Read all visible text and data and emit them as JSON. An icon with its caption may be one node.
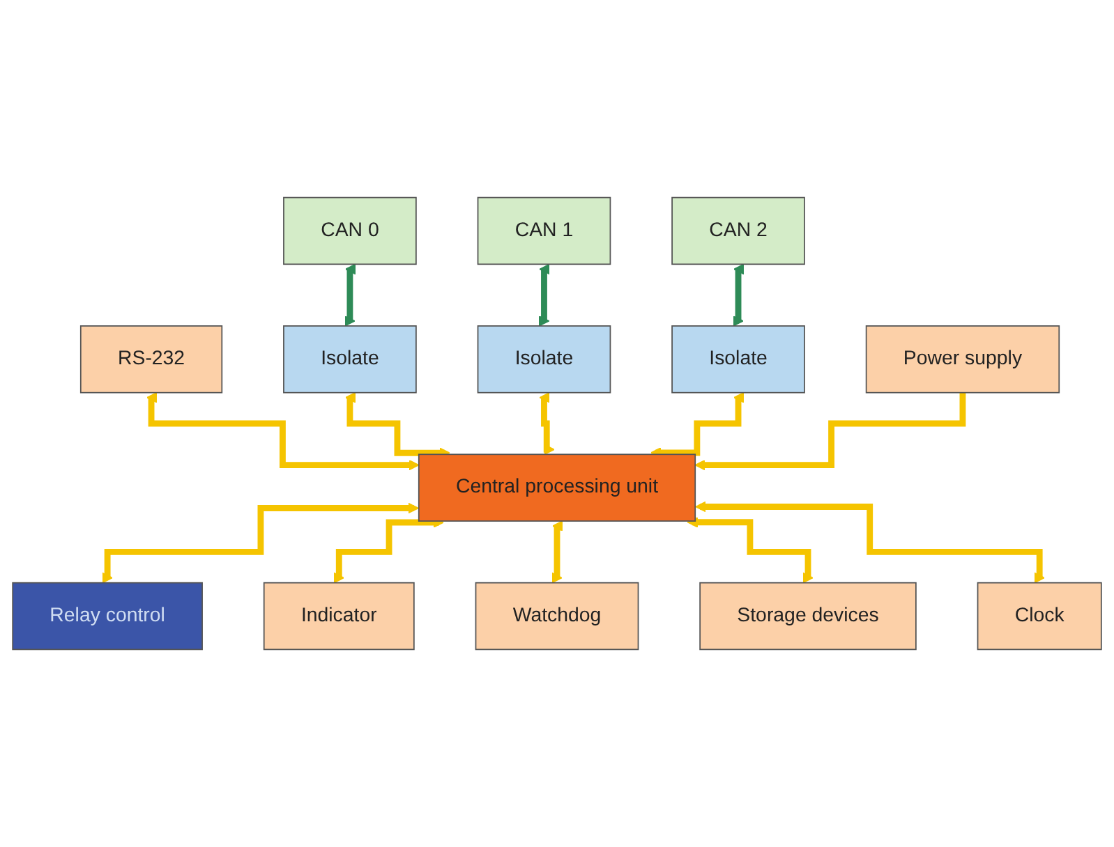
{
  "diagram": {
    "nodes": [
      {
        "text": [
          "CAN 0"
        ]
      },
      {
        "text": [
          "CAN 1"
        ]
      },
      {
        "text": [
          "CAN 2"
        ]
      },
      {
        "text": [
          "RS-232"
        ]
      },
      {
        "text": [
          "Isolate"
        ]
      },
      {
        "text": [
          "Isolate"
        ]
      },
      {
        "text": [
          "Isolate"
        ]
      },
      {
        "text": [
          "Power supply"
        ]
      },
      {
        "text": [
          "Central processing unit"
        ]
      },
      {
        "text": [
          "Relay control"
        ]
      },
      {
        "text": [
          "Indicator"
        ]
      },
      {
        "text": [
          "Watchdog"
        ]
      },
      {
        "text": [
          "Storage devices"
        ]
      },
      {
        "text": [
          "Clock"
        ]
      }
    ],
    "edges": [
      {
        "from": 0,
        "to": 4,
        "arrow": "both",
        "color": "#2e8b57"
      },
      {
        "from": 1,
        "to": 5,
        "arrow": "both",
        "color": "#2e8b57"
      },
      {
        "from": 2,
        "to": 6,
        "arrow": "both",
        "color": "#2e8b57"
      },
      {
        "from": 3,
        "to": 8,
        "arrow": "both"
      },
      {
        "from": 4,
        "to": 8,
        "arrow": "both"
      },
      {
        "from": 5,
        "to": 8,
        "arrow": "both"
      },
      {
        "from": 6,
        "to": 8,
        "arrow": "both"
      },
      {
        "from": 7,
        "to": 8,
        "arrow": "to"
      },
      {
        "from": 8,
        "to": 9,
        "arrow": "both"
      },
      {
        "from": 8,
        "to": 10,
        "arrow": "both"
      },
      {
        "from": 8,
        "to": 11,
        "arrow": "both"
      },
      {
        "from": 8,
        "to": 12,
        "arrow": "both"
      },
      {
        "from": 8,
        "to": 13,
        "arrow": "both"
      }
    ]
  }
}
